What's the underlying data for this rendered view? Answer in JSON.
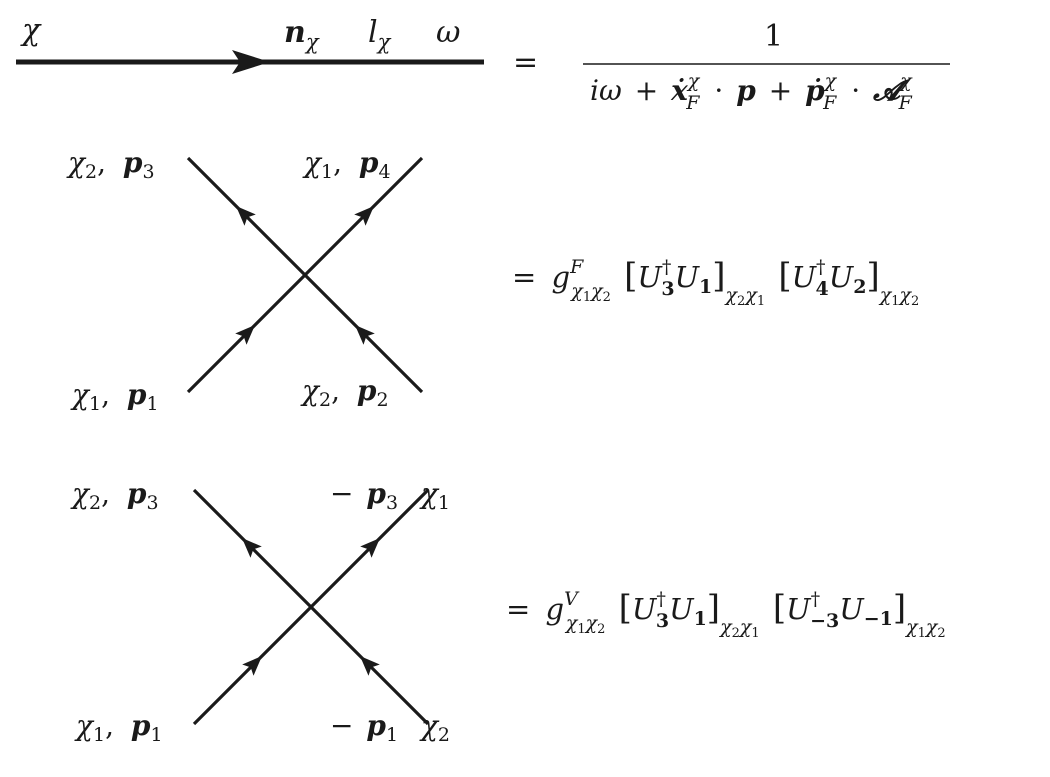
{
  "propagator": {
    "flavor_label": "χ",
    "normal_vector_label": "n",
    "normal_vector_sub": "χ",
    "patch_label": "l",
    "patch_sub": "χ",
    "frequency_label": "ω",
    "equals": "=",
    "numerator": "1",
    "denominator": {
      "i_omega": "iω",
      "plus1": "+",
      "x_dot": "ẋ",
      "x_sup": "χ",
      "x_sub": "F",
      "dot1": "·",
      "p": "p",
      "plus2": "+",
      "p_dot": "ṗ",
      "pd_sup": "χ",
      "pd_sub": "F",
      "dot2": "·",
      "A": "𝓐",
      "A_sup": "χ",
      "A_sub": "F"
    }
  },
  "vertex_forward": {
    "top_left": {
      "flavor": "χ",
      "flavor_sub": "2",
      "comma": ",",
      "momentum": "p",
      "momentum_sub": "3"
    },
    "top_right": {
      "flavor": "χ",
      "flavor_sub": "1",
      "comma": ",",
      "momentum": "p",
      "momentum_sub": "4"
    },
    "bottom_left": {
      "flavor": "χ",
      "flavor_sub": "1",
      "comma": ",",
      "momentum": "p",
      "momentum_sub": "1"
    },
    "bottom_right": {
      "flavor": "χ",
      "flavor_sub": "2",
      "comma": ",",
      "momentum": "p",
      "momentum_sub": "2"
    },
    "equation": {
      "equals": "=",
      "g": "g",
      "g_sup": "F",
      "g_sub_a": "χ",
      "g_sub_a_idx": "1",
      "g_sub_b": "χ",
      "g_sub_b_idx": "2",
      "bracket1_open": "[",
      "U1": "U",
      "U1_sup": "†",
      "U1_sub": "3",
      "U2": "U",
      "U2_sub": "1",
      "bracket1_close": "]",
      "b1_sub_a": "χ",
      "b1_sub_a_idx": "2",
      "b1_sub_b": "χ",
      "b1_sub_b_idx": "1",
      "bracket2_open": "[",
      "U3": "U",
      "U3_sup": "†",
      "U3_sub": "4",
      "U4": "U",
      "U4_sub": "2",
      "bracket2_close": "]",
      "b2_sub_a": "χ",
      "b2_sub_a_idx": "1",
      "b2_sub_b": "χ",
      "b2_sub_b_idx": "2"
    }
  },
  "vertex_vertical": {
    "top_left": {
      "flavor": "χ",
      "flavor_sub": "2",
      "comma": ",",
      "momentum": "p",
      "momentum_sub": "3"
    },
    "top_right": {
      "minus": "−",
      "momentum": "p",
      "momentum_sub": "3",
      "flavor": "χ",
      "flavor_sub": "1"
    },
    "bottom_left": {
      "flavor": "χ",
      "flavor_sub": "1",
      "comma": ",",
      "momentum": "p",
      "momentum_sub": "1"
    },
    "bottom_right": {
      "minus": "−",
      "momentum": "p",
      "momentum_sub": "1",
      "flavor": "χ",
      "flavor_sub": "2"
    },
    "equation": {
      "equals": "=",
      "g": "g",
      "g_sup": "V",
      "g_sub_a": "χ",
      "g_sub_a_idx": "1",
      "g_sub_b": "χ",
      "g_sub_b_idx": "2",
      "bracket1_open": "[",
      "U1": "U",
      "U1_sup": "†",
      "U1_sub": "3",
      "U2": "U",
      "U2_sub": "1",
      "bracket1_close": "]",
      "b1_sub_a": "χ",
      "b1_sub_a_idx": "2",
      "b1_sub_b": "χ",
      "b1_sub_b_idx": "1",
      "bracket2_open": "[",
      "U3": "U",
      "U3_sup": "†",
      "U3_sub": "−3",
      "U4": "U",
      "U4_sub": "−1",
      "bracket2_close": "]",
      "b2_sub_a": "χ",
      "b2_sub_a_idx": "1",
      "b2_sub_b": "χ",
      "b2_sub_b_idx": "2"
    }
  }
}
